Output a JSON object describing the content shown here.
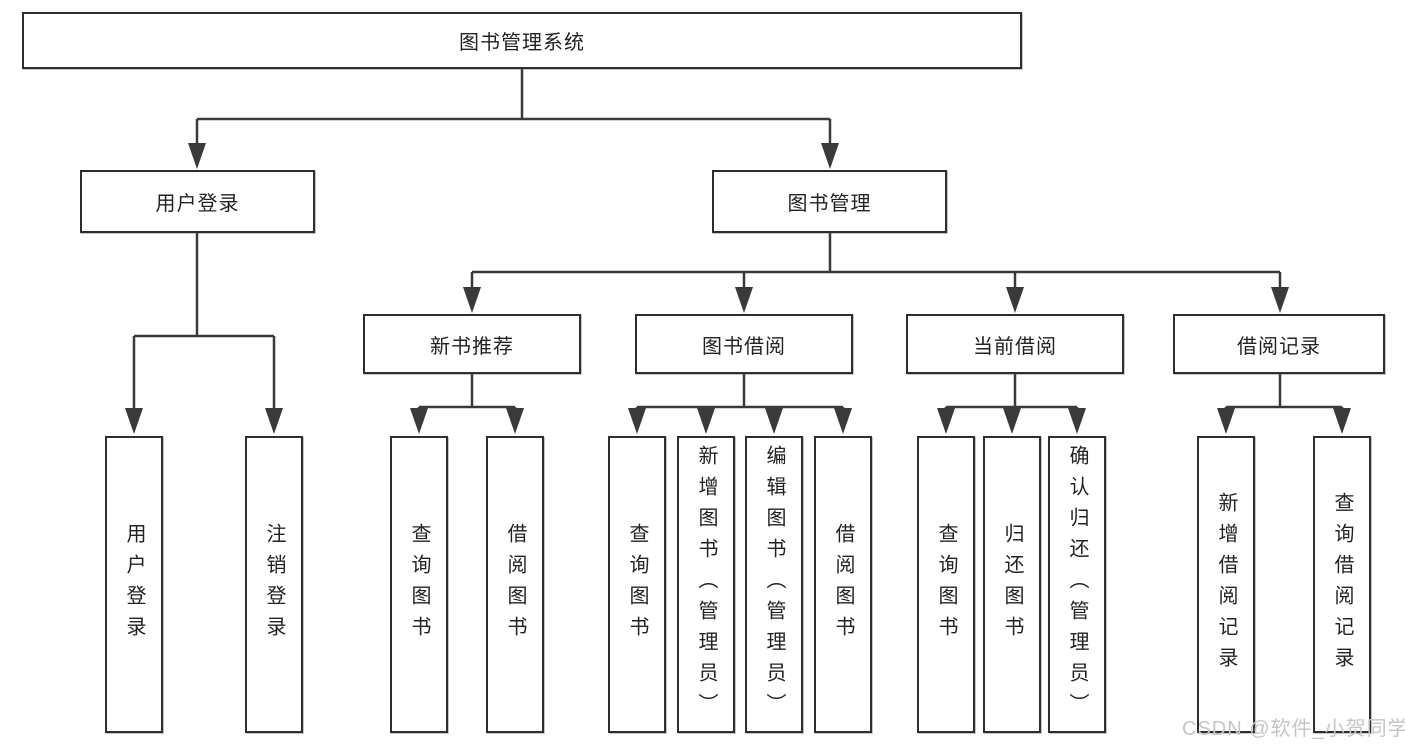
{
  "nodes": {
    "root": "图书管理系统",
    "user_login": "用户登录",
    "book_mgmt": "图书管理",
    "new_books": "新书推荐",
    "book_borrow": "图书借阅",
    "current_borrow": "当前借阅",
    "borrow_records": "借阅记录"
  },
  "leaves": {
    "user_login": [
      "用户登录",
      "注销登录"
    ],
    "new_books": [
      "查询图书",
      "借阅图书"
    ],
    "book_borrow": [
      "查询图书",
      "新增图书（管理员）",
      "编辑图书（管理员）",
      "借阅图书"
    ],
    "current_borrow": [
      "查询图书",
      "归还图书",
      "确认归还（管理员）"
    ],
    "borrow_records": [
      "新增借阅记录",
      "查询借阅记录"
    ]
  },
  "watermark": {
    "text": "CSDN @软件_小贺同学"
  },
  "colors": {
    "line": "#3a3a3a",
    "border": "#2e2e2e",
    "text": "#232323",
    "watermark": "#c6c6c6",
    "background": "#ffffff"
  }
}
